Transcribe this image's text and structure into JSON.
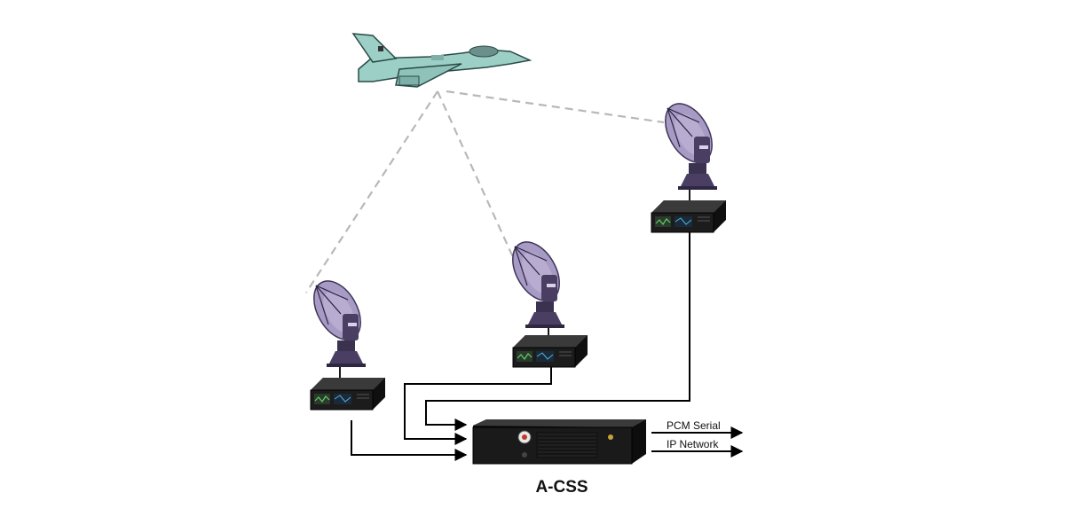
{
  "labels": {
    "pcm_serial": "PCM Serial",
    "ip_network": "IP Network",
    "combiner": "A-CSS"
  },
  "colors": {
    "aircraft": "#9ccfc6",
    "dish": "#a79ac4",
    "pedestal": "#4a3f63",
    "receiver": "#1e1e1e",
    "link": "#b8b8b8",
    "wire": "#000000"
  },
  "nodes": {
    "aircraft": "aircraft-icon",
    "antennas": [
      "antenna-icon",
      "antenna-icon",
      "antenna-icon"
    ],
    "receivers": [
      "receiver-icon",
      "receiver-icon",
      "receiver-icon"
    ],
    "combiner": "combiner-chassis-icon"
  }
}
